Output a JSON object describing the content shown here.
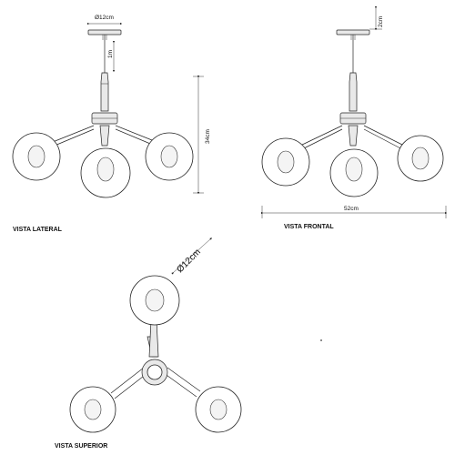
{
  "views": {
    "lateral_label": "VISTA LATERAL",
    "frontal_label": "VISTA FRONTAL",
    "superior_label": "VISTA SUPERIOR"
  },
  "dimensions": {
    "canopy_diameter": "Ø12cm",
    "cable_length": "1m",
    "height": "34cm",
    "canopy_height": "2cm",
    "width": "52cm",
    "globe_diameter": "Ø12cm"
  }
}
